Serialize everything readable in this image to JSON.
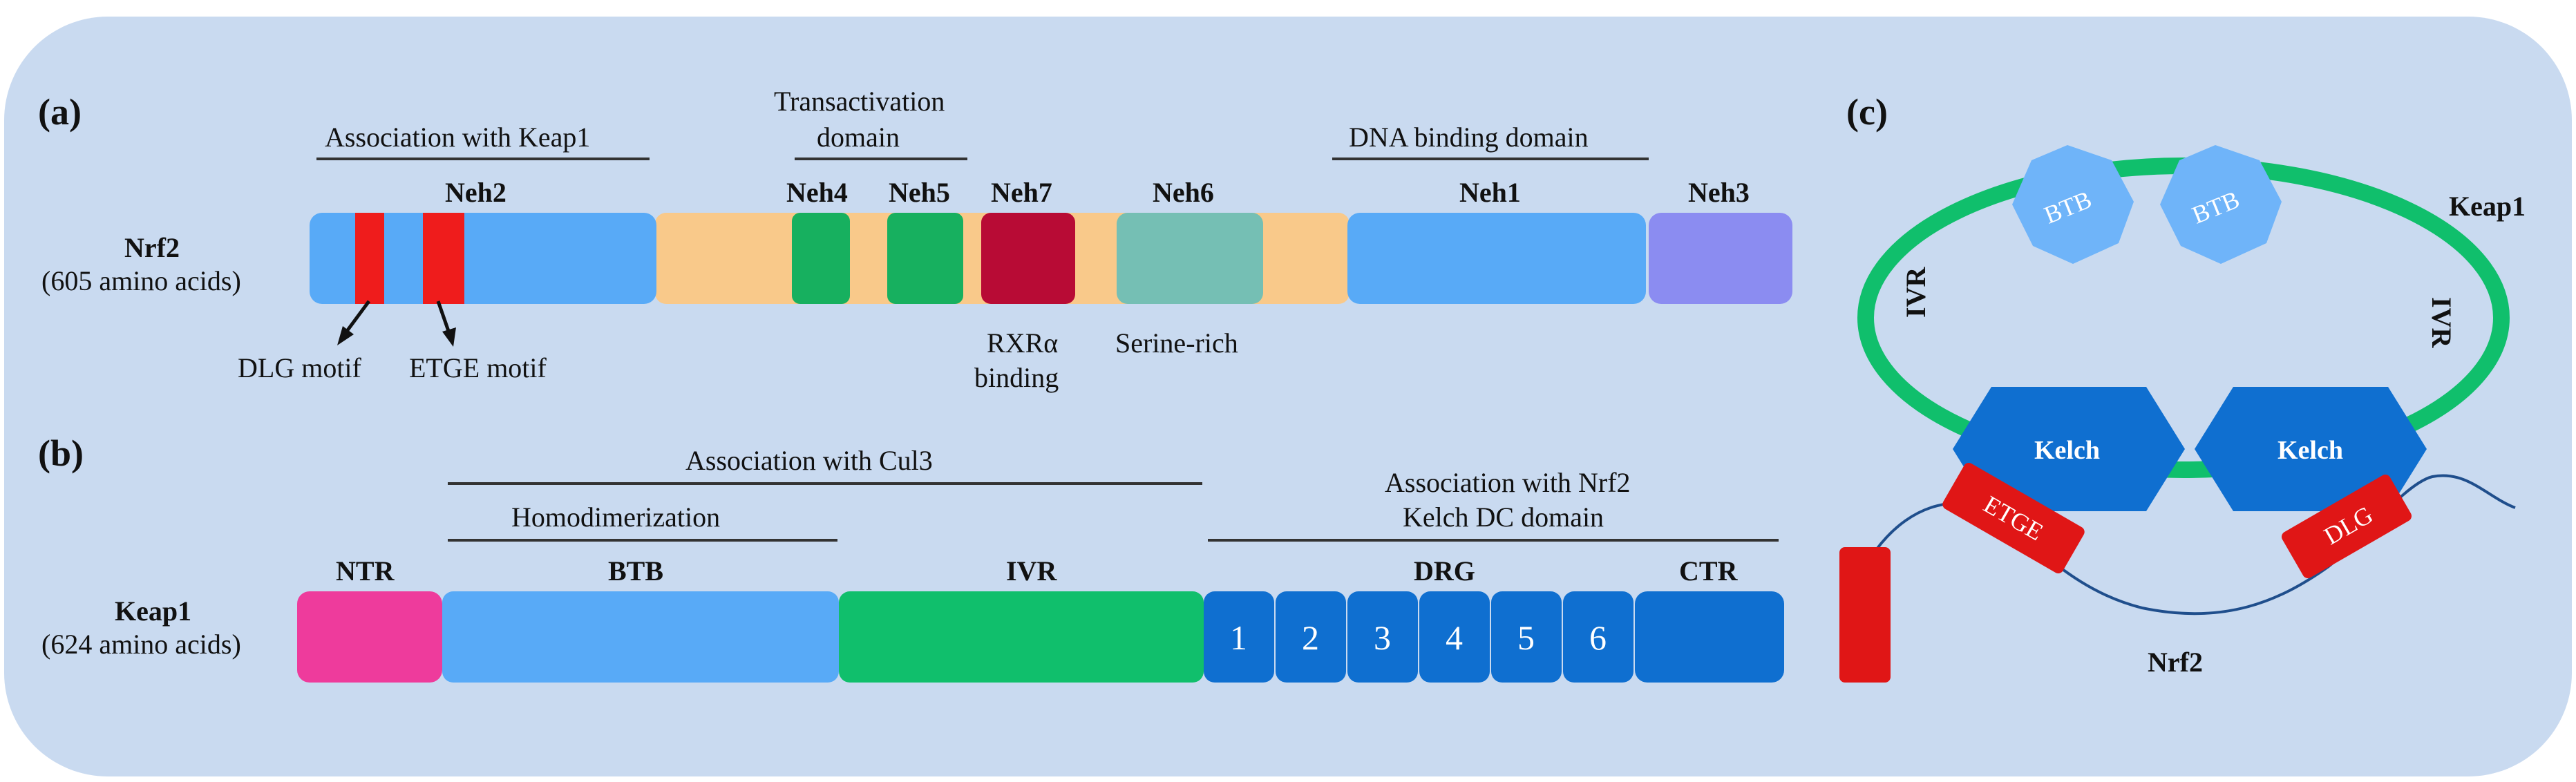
{
  "panels": {
    "a": "(a)",
    "b": "(b)",
    "c": "(c)"
  },
  "nrf2": {
    "name": "Nrf2",
    "size": "(605 amino acids)",
    "headers": {
      "keap1_assoc": "Association with Keap1",
      "transactivation_1": "Transactivation",
      "transactivation_2": "domain",
      "dna_binding": "DNA binding domain"
    },
    "domains": {
      "neh2": "Neh2",
      "neh4": "Neh4",
      "neh5": "Neh5",
      "neh7": "Neh7",
      "neh6": "Neh6",
      "neh1": "Neh1",
      "neh3": "Neh3"
    },
    "annotations": {
      "dlg": "DLG motif",
      "etge": "ETGE motif",
      "rxr_1": "RXRα",
      "rxr_2": "binding",
      "serine": "Serine-rich"
    },
    "colors": {
      "neh2": "#58aaf7",
      "linker": "#f9c98a",
      "motif": "#ef1c1c",
      "neh4": "#17b05f",
      "neh5": "#17b05f",
      "neh7": "#b80b35",
      "neh6": "#75bfb4",
      "neh1": "#58aaf7",
      "neh3": "#8b8cf1"
    }
  },
  "keap1": {
    "name": "Keap1",
    "size": "(624 amino acids)",
    "headers": {
      "cul3": "Association with Cul3",
      "homodimerization": "Homodimerization",
      "nrf2_assoc_1": "Association with Nrf2",
      "nrf2_assoc_2": "Kelch DC domain"
    },
    "domains": {
      "ntr": "NTR",
      "btb": "BTB",
      "ivr": "IVR",
      "drg": "DRG",
      "ctr": "CTR"
    },
    "repeats": [
      "1",
      "2",
      "3",
      "4",
      "5",
      "6"
    ],
    "colors": {
      "ntr": "#ee3b9c",
      "btb": "#58aaf7",
      "ivr": "#10bf6c",
      "drg": "#0f6fd0"
    }
  },
  "complex": {
    "keap1_label": "Keap1",
    "nrf2_label": "Nrf2",
    "btb_left": "BTB",
    "btb_right": "BTB",
    "ivr_left": "IVR",
    "ivr_right": "IVR",
    "kelch_left": "Kelch",
    "kelch_right": "Kelch",
    "etge": "ETGE",
    "dlg": "DLG",
    "colors": {
      "ring": "#10bf6c",
      "btb": "#6fb4f9",
      "kelch": "#0f6fd0",
      "motif": "#e01616",
      "chain": "#1f4e8c"
    }
  },
  "background": "#c9daf0"
}
